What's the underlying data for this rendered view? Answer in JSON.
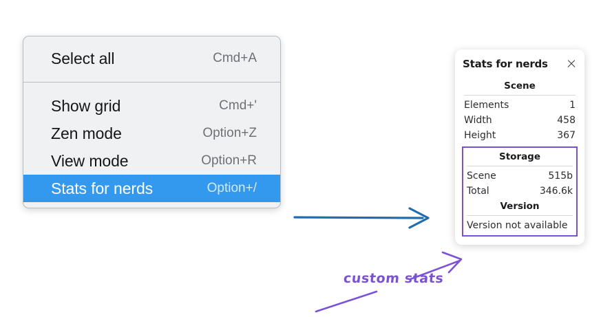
{
  "context_menu": {
    "groups": [
      {
        "name": "selection-group",
        "items": [
          {
            "label": "Select all",
            "shortcut": "Cmd+A",
            "selected": false
          }
        ]
      },
      {
        "name": "view-group",
        "items": [
          {
            "label": "Show grid",
            "shortcut": "Cmd+'",
            "selected": false
          },
          {
            "label": "Zen mode",
            "shortcut": "Option+Z",
            "selected": false
          },
          {
            "label": "View mode",
            "shortcut": "Option+R",
            "selected": false
          },
          {
            "label": "Stats for nerds",
            "shortcut": "Option+/",
            "selected": true
          }
        ]
      }
    ],
    "highlight_color": "#3399ee"
  },
  "stats_panel": {
    "title": "Stats for nerds",
    "close_icon": "close-icon",
    "sections": [
      {
        "title": "Scene",
        "rows": [
          {
            "key": "Elements",
            "value": "1"
          },
          {
            "key": "Width",
            "value": "458"
          },
          {
            "key": "Height",
            "value": "367"
          }
        ]
      },
      {
        "title": "Storage",
        "rows": [
          {
            "key": "Scene",
            "value": "515b"
          },
          {
            "key": "Total",
            "value": "346.6k"
          }
        ]
      },
      {
        "title": "Version",
        "single": "Version not available"
      }
    ],
    "highlight_box_color": "#7b4ed8"
  },
  "annotations": {
    "handwritten_label": "custom stats",
    "blue_arrow_color": "#1f6cb0",
    "purple_arrow_color": "#7b52d6"
  }
}
